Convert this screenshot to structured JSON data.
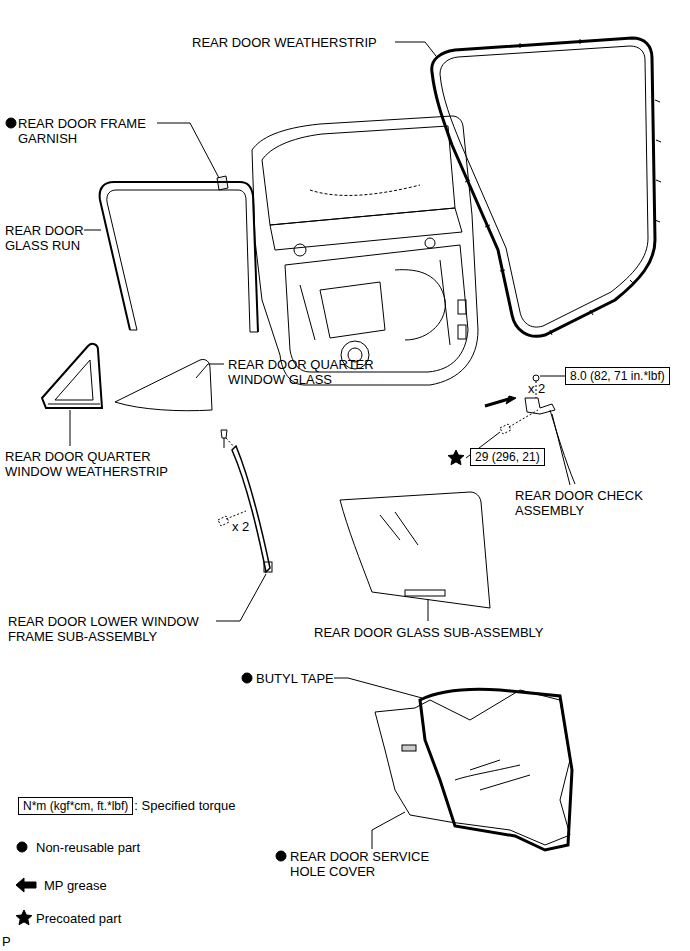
{
  "diagram": {
    "nodes": [
      {
        "text": [
          "8.0 (82, 71 in.*lbf)"
        ]
      },
      {
        "text": [
          "29 (296, 21)"
        ]
      },
      {
        "text": [
          "N*m (kgf*cm, ft.*lbf)"
        ]
      }
    ],
    "labels": [
      "REAR DOOR WEATHERSTRIP",
      "REAR DOOR FRAME GARNISH",
      "REAR DOOR GLASS RUN",
      "REAR DOOR QUARTER WINDOW GLASS",
      "REAR DOOR QUARTER WINDOW WEATHERSTRIP",
      "x 2",
      "REAR DOOR CHECK ASSEMBLY",
      "x 2",
      "REAR DOOR LOWER WINDOW FRAME SUB-ASSEMBLY",
      "REAR DOOR GLASS SUB-ASSEMBLY",
      "BUTYL TAPE",
      "REAR DOOR SERVICE HOLE COVER",
      "P"
    ],
    "legend": [
      {
        "text": ": Specified torque"
      },
      {
        "text": "Non-reusable part"
      },
      {
        "text": "MP grease"
      },
      {
        "text": "Precoated part"
      }
    ]
  }
}
